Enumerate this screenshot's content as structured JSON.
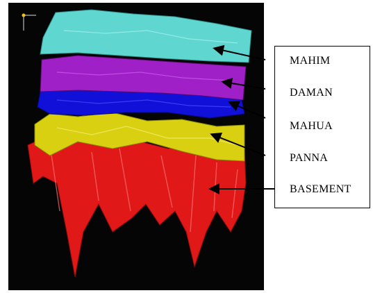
{
  "figure": {
    "layers": [
      {
        "label": "MAHIM",
        "color": "#5fd6d0"
      },
      {
        "label": "DAMAN",
        "color": "#a020c8"
      },
      {
        "label": "MAHUA",
        "color": "#1010d8"
      },
      {
        "label": "PANNA",
        "color": "#d8d010"
      },
      {
        "label": "BASEMENT",
        "color": "#e01818"
      }
    ],
    "background_color": "#050505"
  }
}
